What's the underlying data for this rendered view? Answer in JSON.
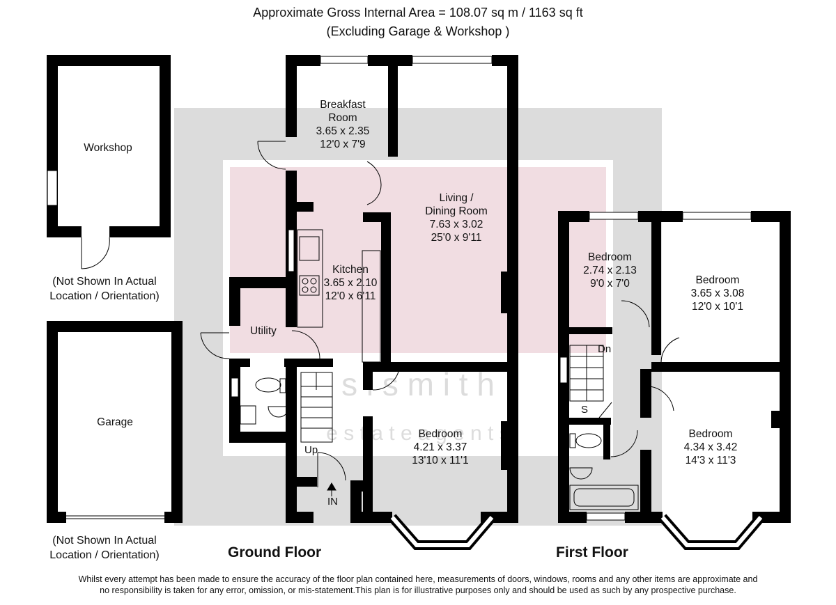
{
  "header": {
    "area_line": "Approximate Gross Internal Area = 108.07 sq m / 1163 sq ft",
    "exclusion_line": "(Excluding Garage & Workshop )"
  },
  "watermark": {
    "logo_letters": "s i s m i t h",
    "tagline": "e s t a t e   a g e n t s"
  },
  "rooms": {
    "breakfast": {
      "name_line1": "Breakfast",
      "name_line2": "Room",
      "metric": "3.65 x 2.35",
      "imperial": "12'0 x 7'9"
    },
    "living": {
      "name_line1": "Living /",
      "name_line2": "Dining Room",
      "metric": "7.63 x 3.02",
      "imperial": "25'0 x 9'11"
    },
    "kitchen": {
      "name": "Kitchen",
      "metric": "3.65 x 2.10",
      "imperial": "12'0 x 6'11"
    },
    "utility": {
      "name": "Utility"
    },
    "ground_bedroom": {
      "name": "Bedroom",
      "metric": "4.21 x 3.37",
      "imperial": "13'10 x 11'1"
    },
    "first_bedroom_small": {
      "name": "Bedroom",
      "metric": "2.74 x 2.13",
      "imperial": "9'0 x 7'0"
    },
    "first_bedroom_rear": {
      "name": "Bedroom",
      "metric": "3.65 x 3.08",
      "imperial": "12'0 x 10'1"
    },
    "first_bedroom_front": {
      "name": "Bedroom",
      "metric": "4.34 x 3.42",
      "imperial": "14'3 x 11'3"
    },
    "workshop": {
      "name": "Workshop"
    },
    "garage": {
      "name": "Garage"
    }
  },
  "markers": {
    "up": "Up",
    "entrance": "IN",
    "down": "Dn",
    "storage": "S"
  },
  "floors": {
    "ground": "Ground Floor",
    "first": "First Floor"
  },
  "notes": {
    "workshop_line1": "(Not Shown In Actual",
    "workshop_line2": "Location / Orientation)",
    "garage_line1": "(Not Shown In Actual",
    "garage_line2": "Location / Orientation)"
  },
  "disclaimer": {
    "line1": "Whilst every attempt has been made to ensure the accuracy of the floor plan contained here, measurements of doors, windows, rooms and any other items are approximate and",
    "line2": "no responsibility is taken for any error, omission, or mis-statement.This plan is for illustrative purposes only and should be used as such by any prospective purchase."
  },
  "colors": {
    "wall": "#000000",
    "watermark_grey": "#dcdcdc",
    "watermark_pink": "#f1dde2",
    "background": "#ffffff"
  }
}
